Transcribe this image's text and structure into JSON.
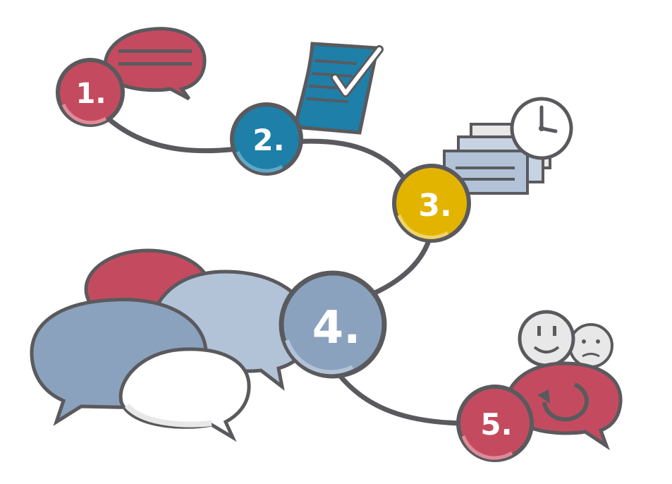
{
  "steps": [
    {
      "label": "1.",
      "color": "#c44b5f",
      "icon": "speech-bubble-lines-icon"
    },
    {
      "label": "2.",
      "color": "#1e7fa8",
      "icon": "document-checkmark-icon"
    },
    {
      "label": "3.",
      "color": "#e2b400",
      "icon": "document-stack-clock-icon"
    },
    {
      "label": "4.",
      "color": "#8aa2bd",
      "icon": "conversation-bubbles-icon"
    },
    {
      "label": "5.",
      "color": "#c44b5f",
      "icon": "feedback-faces-cycle-icon"
    }
  ],
  "colors": {
    "outline": "#5a5a5e",
    "path": "#5a5a5e",
    "red": "#c44b5f",
    "blue": "#1e7fa8",
    "yellow": "#e2b400",
    "steel": "#8aa2bd",
    "pale_blue": "#b2c3d8",
    "white": "#ffffff",
    "light_gray": "#e8e8e8"
  }
}
